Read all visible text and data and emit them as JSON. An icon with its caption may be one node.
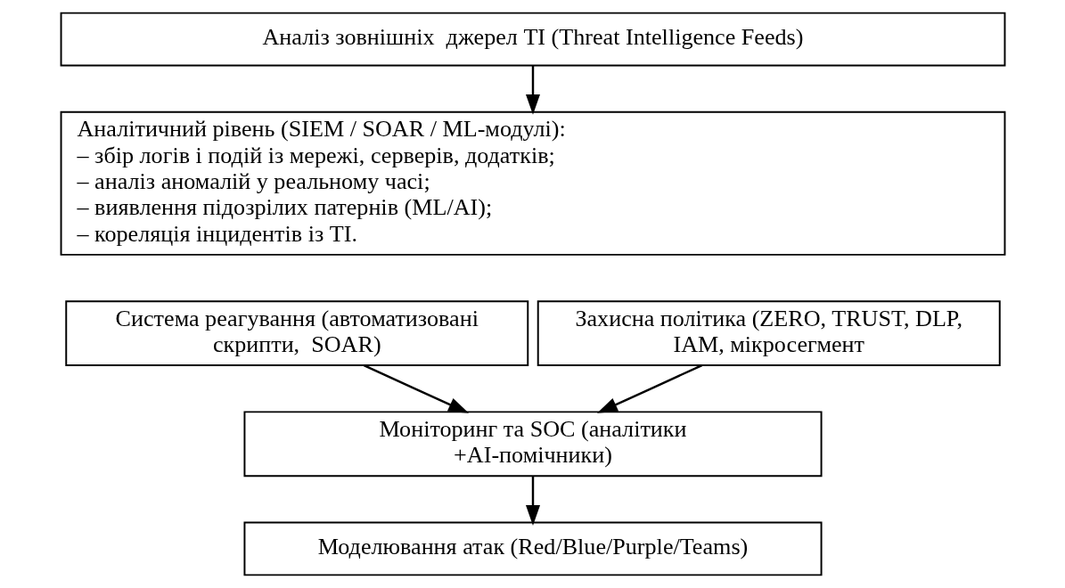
{
  "diagram": {
    "nodes": [
      {
        "text": [
          "Аналіз зовнішніх  джерел TI (Threat Intelligence Feeds)"
        ]
      },
      {
        "text": [
          "Аналітичний рівень (SIEM / SOAR / ML-модулі):",
          "– збір логів і подій із мережі, серверів, додатків;",
          "– аналіз аномалій у реальному часі;",
          "– виявлення підозрілих патернів (ML/AI);",
          "– кореляція інцидентів із TI."
        ]
      },
      {
        "text": [
          "Система реагування (автоматизовані скрипти,  SOAR)"
        ]
      },
      {
        "text": [
          "Захисна політика (ZERO, TRUST, DLP, IAM, мікросегмент"
        ]
      },
      {
        "text": [
          "Моніторинг та SOC (аналітики +AI-помічники)"
        ]
      },
      {
        "text": [
          "Моделювання атак (Red/Blue/Purple/Teams)"
        ]
      }
    ],
    "edges": [
      {
        "from": 0,
        "to": 1,
        "arrow": "to"
      },
      {
        "from": 2,
        "to": 4,
        "arrow": "to"
      },
      {
        "from": 3,
        "to": 4,
        "arrow": "to"
      },
      {
        "from": 4,
        "to": 5,
        "arrow": "to"
      }
    ]
  }
}
